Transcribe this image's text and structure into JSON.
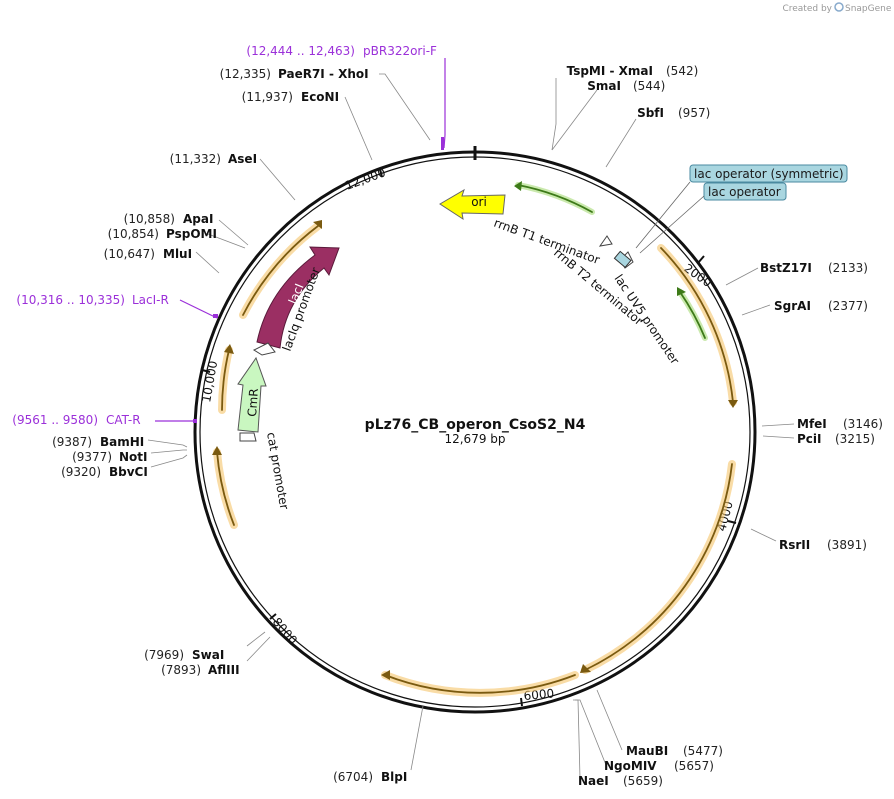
{
  "brand": {
    "created_by": "Created by",
    "app": "SnapGene"
  },
  "plasmid": {
    "name": "pLz76_CB_operon_CsoS2_N4",
    "length": "12,679 bp"
  },
  "ticks": [
    "2000",
    "4000",
    "6000",
    "8000",
    "10,000",
    "12,000"
  ],
  "sites": [
    {
      "pos": "(542)",
      "name": "TspMI  - XmaI"
    },
    {
      "pos": "(544)",
      "name": "SmaI"
    },
    {
      "pos": "(957)",
      "name": "SbfI"
    },
    {
      "pos": "(2133)",
      "name": "BstZ17I"
    },
    {
      "pos": "(2377)",
      "name": "SgrAI"
    },
    {
      "pos": "(3146)",
      "name": "MfeI"
    },
    {
      "pos": "(3215)",
      "name": "PciI"
    },
    {
      "pos": "(3891)",
      "name": "RsrII"
    },
    {
      "pos": "(5477)",
      "name": "MauBI"
    },
    {
      "pos": "(5657)",
      "name": "NgoMIV"
    },
    {
      "pos": "(5659)",
      "name": "NaeI"
    },
    {
      "pos": "(6704)",
      "name": "BlpI"
    },
    {
      "pos": "(7893)",
      "name": "AflIII"
    },
    {
      "pos": "(7969)",
      "name": "SwaI"
    },
    {
      "pos": "(9320)",
      "name": "BbvCI"
    },
    {
      "pos": "(9377)",
      "name": "NotI"
    },
    {
      "pos": "(9387)",
      "name": "BamHI"
    },
    {
      "pos": "(10,647)",
      "name": "MluI"
    },
    {
      "pos": "(10,854)",
      "name": "PspOMI"
    },
    {
      "pos": "(10,858)",
      "name": "ApaI"
    },
    {
      "pos": "(11,332)",
      "name": "AseI"
    },
    {
      "pos": "(11,937)",
      "name": "EcoNI"
    },
    {
      "pos": "(12,335)",
      "name": "PaeR7I  - XhoI"
    }
  ],
  "primers": [
    {
      "pos": "(12,444 .. 12,463)",
      "name": "pBR322ori-F"
    },
    {
      "pos": "(10,316 .. 10,335)",
      "name": "LacI-R"
    },
    {
      "pos": "(9561 .. 9580)",
      "name": "CAT-R"
    }
  ],
  "features": {
    "ori": "ori",
    "laci": "lacI",
    "cmr": "CmR",
    "laciq_promoter": "lacIq promoter",
    "cat_promoter": "cat promoter",
    "rrnb_t1": "rrnB T1 terminator",
    "rrnb_t2": "rrnB T2 terminator",
    "lacuv5": "lac UV5 promoter",
    "lac_op_sym": "lac operator (symmetric)",
    "lac_op": "lac operator"
  },
  "colors": {
    "ori": "#ffff00",
    "laci": "#9b2f63",
    "cmr": "#c9f7c0",
    "orf": "#f5c46a",
    "green_arrow": "#6fb53a",
    "primer": "#9b30d9",
    "label_box": "#a9d6e0"
  }
}
